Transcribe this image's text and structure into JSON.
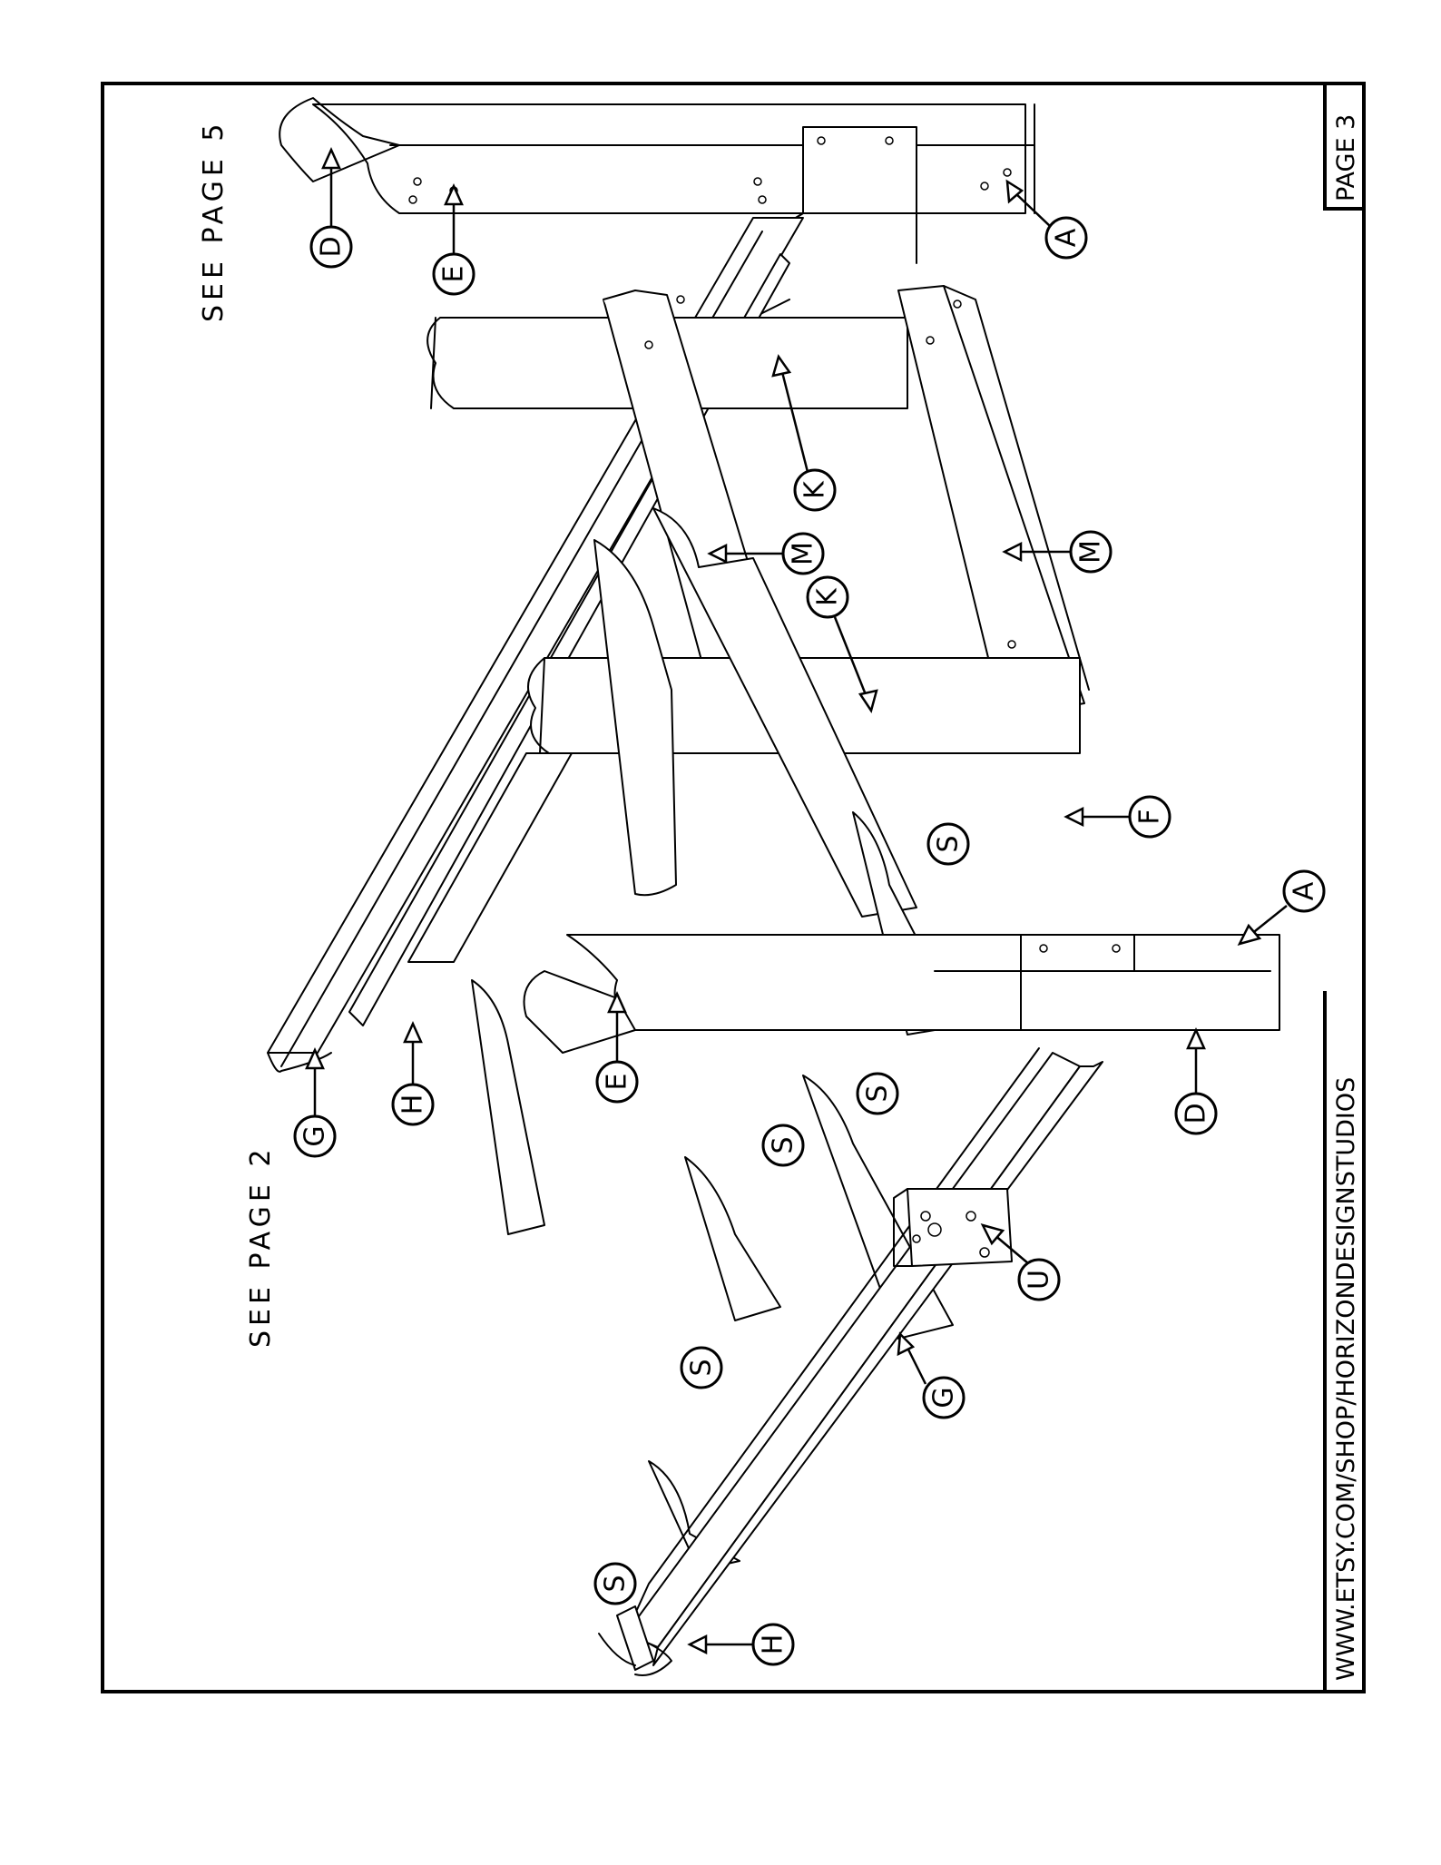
{
  "notes": {
    "see_page_5": "SEE PAGE 5",
    "see_page_2": "SEE PAGE 2"
  },
  "footer": {
    "url": "WWW.ETSY.COM/SHOP/HORIZONDESIGNSTUDIOS",
    "page": "PAGE 3"
  },
  "callouts": {
    "D_top": "D",
    "E_top": "E",
    "A_top": "A",
    "K_upper": "K",
    "M_upper": "M",
    "K_lower": "K",
    "M_lower": "M",
    "F": "F",
    "S_mid": "S",
    "A_mid": "A",
    "G_left": "G",
    "H_left": "H",
    "E_mid": "E",
    "D_mid": "D",
    "S_2": "S",
    "S_3": "S",
    "U": "U",
    "S_4": "S",
    "G_bottom": "G",
    "S_5": "S",
    "H_bottom": "H"
  }
}
